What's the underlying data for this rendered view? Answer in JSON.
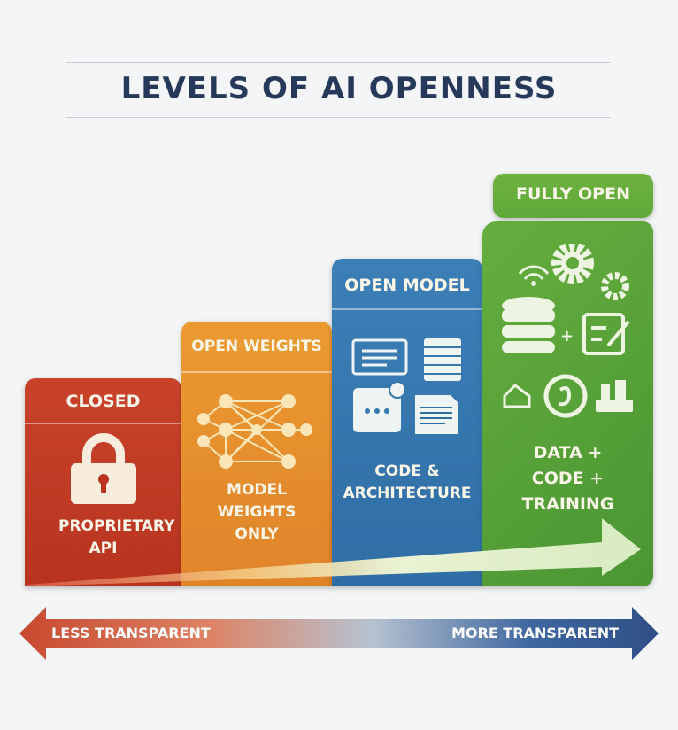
{
  "title": "LEVELS OF AI OPENNESS",
  "levels": [
    {
      "name": "CLOSED",
      "description": "PROPRIETARY API",
      "color": "#c8402a",
      "icon": "lock-icon"
    },
    {
      "name": "OPEN WEIGHTS",
      "description": "MODEL WEIGHTS ONLY",
      "color": "#e8922c",
      "icon": "neural-network-icon"
    },
    {
      "name": "OPEN MODEL",
      "description": "CODE & ARCHITECTURE",
      "color": "#3b7db4",
      "icon": "code-documents-icon"
    },
    {
      "name": "FULLY OPEN",
      "description": "DATA + CODE + TRAINING",
      "color": "#58a53a",
      "icon": "database-gears-icon"
    }
  ],
  "scale": {
    "left": "LESS TRANSPARENT",
    "right": "MORE TRANSPARENT",
    "left_color": "#c8482e",
    "right_color": "#2f4f86"
  }
}
